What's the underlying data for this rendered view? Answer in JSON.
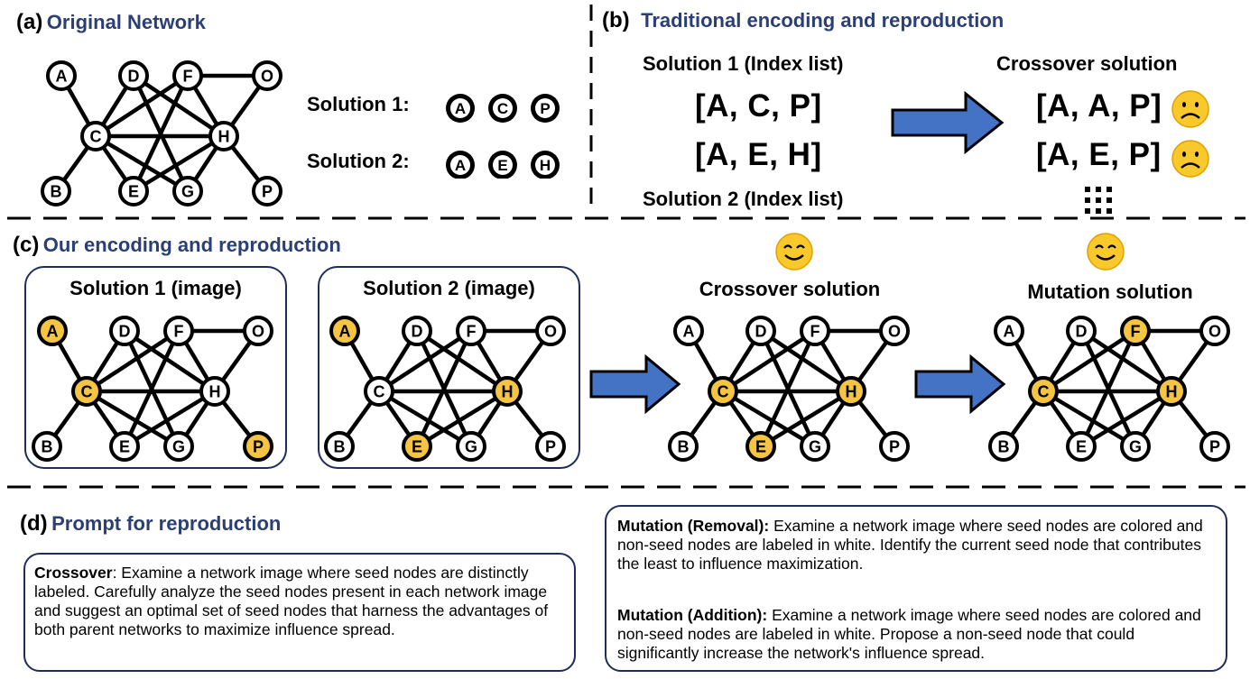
{
  "sections": {
    "a": {
      "letter": "(a)",
      "title": "Original Network"
    },
    "b": {
      "letter": "(b)",
      "title": "Traditional encoding and reproduction"
    },
    "c": {
      "letter": "(c)",
      "title": "Our encoding and reproduction"
    },
    "d": {
      "letter": "(d)",
      "title": "Prompt for reproduction"
    }
  },
  "solutions_a": {
    "label1": "Solution 1:",
    "nodes1": [
      "A",
      "C",
      "P"
    ],
    "label2": "Solution 2:",
    "nodes2": [
      "A",
      "E",
      "H"
    ]
  },
  "traditional": {
    "left_header": "Solution 1 (Index list)",
    "left_footer": "Solution 2 (Index list)",
    "list1": "[A, C, P]",
    "list2": "[A, E, H]",
    "right_header": "Crossover solution",
    "out1": "[A, A, P]",
    "out2": "[A, E, P]",
    "more": "⋮"
  },
  "panels": {
    "p1": {
      "title": "Solution 1 (image)",
      "seeds": [
        "A",
        "C",
        "P"
      ]
    },
    "p2": {
      "title": "Solution 2 (image)",
      "seeds": [
        "A",
        "E",
        "H"
      ]
    },
    "p3": {
      "title": "Crossover solution",
      "seeds": [
        "C",
        "E",
        "H"
      ]
    },
    "p4": {
      "title": "Mutation solution",
      "seeds": [
        "C",
        "F",
        "H"
      ]
    }
  },
  "network": {
    "nodes": [
      "A",
      "D",
      "F",
      "O",
      "C",
      "H",
      "B",
      "E",
      "G",
      "P"
    ],
    "edges": [
      [
        "A",
        "C"
      ],
      [
        "B",
        "C"
      ],
      [
        "C",
        "D"
      ],
      [
        "C",
        "F"
      ],
      [
        "C",
        "H"
      ],
      [
        "C",
        "E"
      ],
      [
        "C",
        "G"
      ],
      [
        "D",
        "H"
      ],
      [
        "D",
        "G"
      ],
      [
        "F",
        "O"
      ],
      [
        "F",
        "H"
      ],
      [
        "F",
        "E"
      ],
      [
        "O",
        "H"
      ],
      [
        "H",
        "G"
      ],
      [
        "H",
        "E"
      ],
      [
        "H",
        "P"
      ]
    ]
  },
  "prompts": {
    "crossover_label": "Crossover",
    "crossover_text": ": Examine a network image where seed nodes are distinctly labeled. Carefully analyze the seed nodes present in each network image and suggest an optimal set of seed nodes that harness the advantages of both parent networks to maximize influence spread.",
    "removal_label": "Mutation (Removal):",
    "removal_text": " Examine a network image where seed nodes are colored and non-seed nodes are labeled in white. Identify the current seed node that contributes the least to influence maximization.",
    "addition_label": "Mutation (Addition):",
    "addition_text": " Examine a network image where seed nodes are colored and non-seed nodes are labeled in white. Propose a non-seed node that could significantly increase the network's influence spread."
  },
  "colors": {
    "seed": "#f5c443",
    "node": "#ffffff",
    "title": "#2b3f73",
    "arrow": "#4472c4",
    "face": "#f9c82b"
  }
}
